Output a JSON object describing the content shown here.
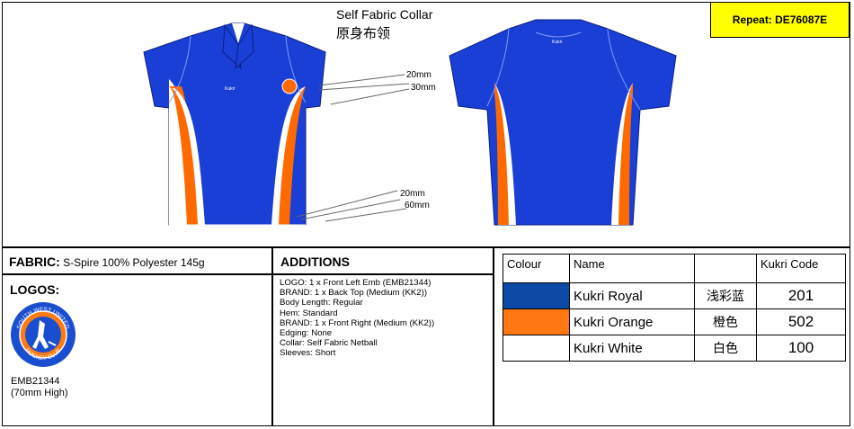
{
  "title": {
    "en": "Self Fabric Collar",
    "cn": "原身布领"
  },
  "repeat": "Repeat: DE76087E",
  "dimensions": [
    "20mm",
    "30mm",
    "20mm",
    "60mm"
  ],
  "fabric": {
    "label": "FABRIC:",
    "value": "S-Spire 100% Polyester 145g"
  },
  "logos": {
    "heading": "LOGOS:",
    "badge_top": "SOUTH WEST UNITED",
    "badge_bottom": "HOCKEY CLUB",
    "code": "EMB21344",
    "size": "(70mm High)"
  },
  "additions": {
    "heading": "ADDITIONS",
    "items": [
      "LOGO: 1 x Front Left Emb (EMB21344)",
      "BRAND: 1 x Back Top (Medium (KK2))",
      "Body Length: Regular",
      "Hem: Standard",
      "BRAND: 1 x Front Right (Medium (KK2))",
      "Edging: None",
      "Collar: Self Fabric Netball",
      "Sleeves: Short"
    ]
  },
  "colour_table": {
    "headers": [
      "Colour",
      "Name",
      "",
      "Kukri Code"
    ],
    "rows": [
      {
        "color": "#0d4aa6",
        "name": "Kukri Royal",
        "cn": "浅彩蓝",
        "code": "201"
      },
      {
        "color": "#ff7711",
        "name": "Kukri Orange",
        "cn": "橙色",
        "code": "502"
      },
      {
        "color": "#ffffff",
        "name": "Kukri White",
        "cn": "白色",
        "code": "100"
      }
    ]
  },
  "colors": {
    "royal": "#1a3fd6",
    "orange": "#ff6a00",
    "white": "#ffffff",
    "repeat_bg": "#ffff00"
  },
  "brand_mark": "Kukri"
}
